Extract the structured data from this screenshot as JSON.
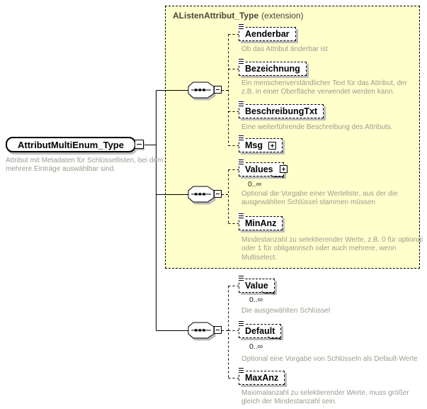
{
  "diagram_type": "xml-schema-content-model",
  "root": {
    "name": "AttributMultiEnum_Type",
    "annotation_lines": [
      "Attribut mit Metadaten für Schlüssellisten, bei dem",
      "mehrere Einträge auswählbar sind."
    ]
  },
  "extension": {
    "title": "AListenAttribut_Type",
    "suffix": "(extension)"
  },
  "elements": [
    {
      "name": "Aenderbar",
      "annotation_lines": [
        "Ob das Attribut änderbar ist"
      ]
    },
    {
      "name": "Bezeichnung",
      "annotation_lines": [
        "Ein menschenverständlicher Text für das Attribut, der",
        "z.B. in einer Oberfläche verwendet werden kann."
      ]
    },
    {
      "name": "BeschreibungTxt",
      "annotation_lines": [
        "Eine weiterführende Beschreibung des Attributs."
      ]
    },
    {
      "name": "Msg",
      "annotation_lines": []
    },
    {
      "name": "Values",
      "occurs": "0..∞",
      "annotation_lines": [
        "Optional die Vorgabe einer Werteliste, aus der die",
        "ausgewählten Schlüssel stammen müssen"
      ]
    },
    {
      "name": "MinAnz",
      "annotation_lines": [
        "Mindestanzahl zu selektierender Werte, z.B. 0 für optional",
        "oder 1 für obligatorisch oder auch mehrere, wenn",
        "Multiselect."
      ]
    },
    {
      "name": "Value",
      "occurs": "0..∞",
      "annotation_lines": [
        "Die ausgewählten Schlüssel"
      ]
    },
    {
      "name": "Default",
      "occurs": "0..∞",
      "annotation_lines": [
        "Optional eine Vorgabe von Schlüsseln als Default-Werte"
      ]
    },
    {
      "name": "MaxAnz",
      "annotation_lines": [
        "Maximalanzahl zu selektierender Werte, muss größer",
        "gleich der Mindestanzahl sein."
      ]
    }
  ],
  "colors": {
    "extension_fill": "#ffffcc",
    "annotation_text": "#9c9c90",
    "shadow_gray": "#bdbdbd",
    "extension_title_text": "#45453b",
    "line_black": "#000000"
  }
}
